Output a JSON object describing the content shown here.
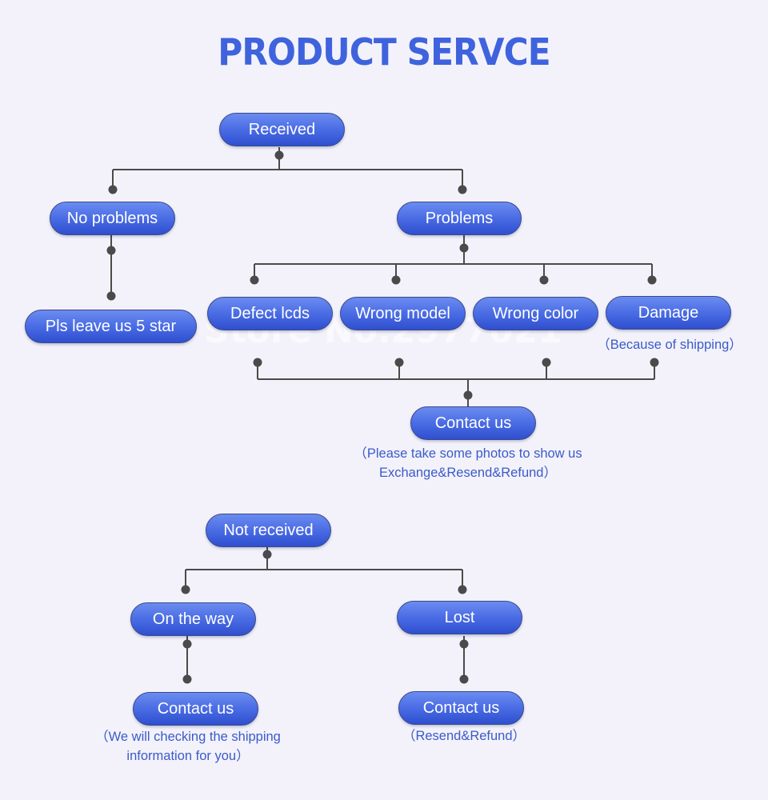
{
  "title": "PRODUCT SERVCE",
  "watermark": "Store No.2977021",
  "received": {
    "root": "Received",
    "no_problems": "No problems",
    "leave_star": "Pls leave us 5 star",
    "problems": "Problems",
    "issues": [
      "Defect lcds",
      "Wrong model",
      "Wrong color",
      "Damage"
    ],
    "damage_note": "（Because of shipping）",
    "contact": "Contact us",
    "contact_note_line1": "（Please take some photos to show us",
    "contact_note_line2": "Exchange&Resend&Refund）"
  },
  "not_received": {
    "root": "Not received",
    "on_the_way": "On the way",
    "on_the_way_contact": "Contact us",
    "on_the_way_note_line1": "（We will checking the shipping",
    "on_the_way_note_line2": "information for you）",
    "lost": "Lost",
    "lost_contact": "Contact us",
    "lost_note": "（Resend&Refund）"
  },
  "colors": {
    "node_top": "#6b8cf0",
    "node_bottom": "#2f4fcf",
    "title": "#3f63dd",
    "note": "#3b5bc8",
    "line": "#4a4a4a",
    "background": "#f3f2fb"
  }
}
